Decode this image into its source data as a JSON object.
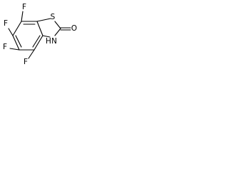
{
  "molecule": {
    "atoms": {
      "f_top": "F",
      "f_upper_left": "F",
      "f_lower_left": "F",
      "f_bottom": "F",
      "sulfur": "S",
      "nitrogen_h": "H",
      "nitrogen": "N",
      "oxygen": "O"
    }
  }
}
